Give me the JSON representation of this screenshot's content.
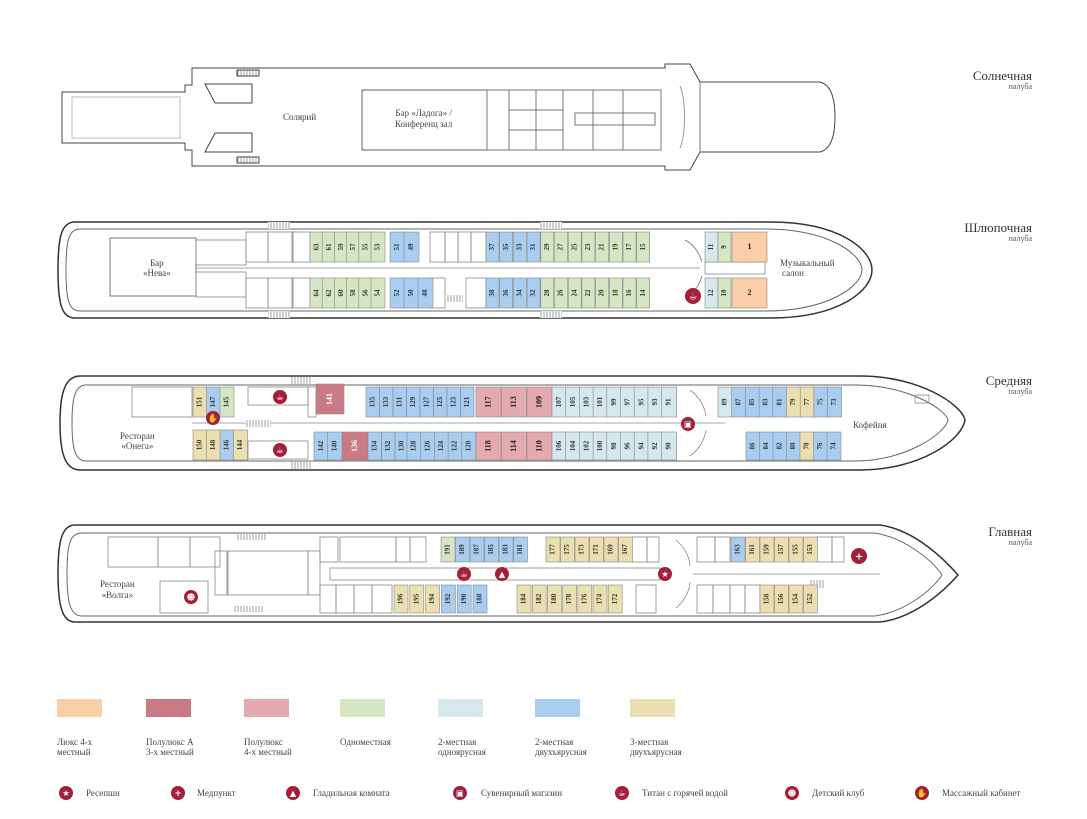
{
  "decks": [
    {
      "name": "Солнечная",
      "sub": "палуба"
    },
    {
      "name": "Шлюпочная",
      "sub": "палуба"
    },
    {
      "name": "Средняя",
      "sub": "палуба"
    },
    {
      "name": "Главная",
      "sub": "палуба"
    }
  ],
  "areas": {
    "solarium": "Солярий",
    "bar_ladoga_1": "Бар «Ладога» /",
    "bar_ladoga_2": "Конференц зал",
    "bar_neva_1": "Бар",
    "bar_neva_2": "«Нева»",
    "music_1": "Музыкальный",
    "music_2": "салон",
    "rest_onega_1": "Ресторан",
    "rest_onega_2": "«Онега»",
    "coffee": "Кофейня",
    "rest_volga_1": "Ресторан",
    "rest_volga_2": "«Волга»"
  },
  "colors": {
    "lux": "#fccea8",
    "semi_a": "#c97a84",
    "semi4": "#e4aab0",
    "single": "#d4e6c2",
    "double1": "#d4e8ee",
    "double2": "#a9cdf0",
    "triple2": "#ebdfb0",
    "accent": "#a31f3a"
  },
  "legend": [
    {
      "key": "lux",
      "label1": "Люкс 4-х",
      "label2": "местный"
    },
    {
      "key": "semi_a",
      "label1": "Полулюкс А",
      "label2": "3-х местный"
    },
    {
      "key": "semi4",
      "label1": "Полулюкс",
      "label2": "4-х местный"
    },
    {
      "key": "single",
      "label1": "Одноместная",
      "label2": ""
    },
    {
      "key": "double1",
      "label1": "2-местная",
      "label2": "одноярусная"
    },
    {
      "key": "double2",
      "label1": "2-местная",
      "label2": "двухъярусная"
    },
    {
      "key": "triple2",
      "label1": "3-местная",
      "label2": "двухъярусная"
    }
  ],
  "icons": [
    {
      "icon": "star-icon",
      "label": "Ресепшн"
    },
    {
      "icon": "plus-icon",
      "label": "Медпункт"
    },
    {
      "icon": "iron-icon",
      "label": "Гладильная комната"
    },
    {
      "icon": "gift-icon",
      "label": "Сувенирный магазин"
    },
    {
      "icon": "kettle-icon",
      "label": "Титан с горячей водой"
    },
    {
      "icon": "bear-icon",
      "label": "Детский клуб"
    },
    {
      "icon": "hand-icon",
      "label": "Массажный кабинет"
    }
  ],
  "cabins": {
    "boat": [
      {
        "n": "63",
        "t": "single"
      },
      {
        "n": "61",
        "t": "single"
      },
      {
        "n": "59",
        "t": "single"
      },
      {
        "n": "57",
        "t": "single"
      },
      {
        "n": "55",
        "t": "single"
      },
      {
        "n": "53",
        "t": "single"
      },
      {
        "n": "51",
        "t": "double2"
      },
      {
        "n": "49",
        "t": "double2"
      },
      {
        "n": "37",
        "t": "double2"
      },
      {
        "n": "35",
        "t": "double2"
      },
      {
        "n": "33",
        "t": "double2"
      },
      {
        "n": "31",
        "t": "double2"
      },
      {
        "n": "29",
        "t": "single"
      },
      {
        "n": "27",
        "t": "single"
      },
      {
        "n": "25",
        "t": "single"
      },
      {
        "n": "23",
        "t": "single"
      },
      {
        "n": "21",
        "t": "single"
      },
      {
        "n": "19",
        "t": "single"
      },
      {
        "n": "17",
        "t": "single"
      },
      {
        "n": "15",
        "t": "single"
      },
      {
        "n": "11",
        "t": "double1"
      },
      {
        "n": "9",
        "t": "single"
      },
      {
        "n": "1",
        "t": "lux"
      },
      {
        "n": "64",
        "t": "single"
      },
      {
        "n": "62",
        "t": "single"
      },
      {
        "n": "60",
        "t": "single"
      },
      {
        "n": "58",
        "t": "single"
      },
      {
        "n": "56",
        "t": "single"
      },
      {
        "n": "54",
        "t": "single"
      },
      {
        "n": "52",
        "t": "double2"
      },
      {
        "n": "50",
        "t": "double2"
      },
      {
        "n": "48",
        "t": "double2"
      },
      {
        "n": "38",
        "t": "double2"
      },
      {
        "n": "36",
        "t": "double2"
      },
      {
        "n": "34",
        "t": "double2"
      },
      {
        "n": "32",
        "t": "double2"
      },
      {
        "n": "28",
        "t": "single"
      },
      {
        "n": "26",
        "t": "single"
      },
      {
        "n": "24",
        "t": "single"
      },
      {
        "n": "22",
        "t": "single"
      },
      {
        "n": "20",
        "t": "single"
      },
      {
        "n": "18",
        "t": "single"
      },
      {
        "n": "16",
        "t": "single"
      },
      {
        "n": "14",
        "t": "single"
      },
      {
        "n": "12",
        "t": "double1"
      },
      {
        "n": "10",
        "t": "single"
      },
      {
        "n": "2",
        "t": "lux"
      }
    ],
    "middle": [
      {
        "n": "151",
        "t": "triple2"
      },
      {
        "n": "147",
        "t": "double2"
      },
      {
        "n": "145",
        "t": "single"
      },
      {
        "n": "141",
        "t": "semi_a"
      },
      {
        "n": "135",
        "t": "double2"
      },
      {
        "n": "133",
        "t": "double2"
      },
      {
        "n": "131",
        "t": "double2"
      },
      {
        "n": "129",
        "t": "double2"
      },
      {
        "n": "127",
        "t": "double2"
      },
      {
        "n": "125",
        "t": "double2"
      },
      {
        "n": "123",
        "t": "double2"
      },
      {
        "n": "121",
        "t": "double2"
      },
      {
        "n": "117",
        "t": "semi4"
      },
      {
        "n": "113",
        "t": "semi4"
      },
      {
        "n": "109",
        "t": "semi4"
      },
      {
        "n": "107",
        "t": "double1"
      },
      {
        "n": "105",
        "t": "double1"
      },
      {
        "n": "103",
        "t": "double1"
      },
      {
        "n": "101",
        "t": "double1"
      },
      {
        "n": "99",
        "t": "double1"
      },
      {
        "n": "97",
        "t": "double1"
      },
      {
        "n": "95",
        "t": "double1"
      },
      {
        "n": "93",
        "t": "double1"
      },
      {
        "n": "91",
        "t": "double1"
      },
      {
        "n": "89",
        "t": "double1"
      },
      {
        "n": "87",
        "t": "double2"
      },
      {
        "n": "85",
        "t": "double2"
      },
      {
        "n": "83",
        "t": "double2"
      },
      {
        "n": "81",
        "t": "double2"
      },
      {
        "n": "79",
        "t": "triple2"
      },
      {
        "n": "77",
        "t": "triple2"
      },
      {
        "n": "75",
        "t": "double2"
      },
      {
        "n": "73",
        "t": "double2"
      },
      {
        "n": "150",
        "t": "triple2"
      },
      {
        "n": "148",
        "t": "triple2"
      },
      {
        "n": "146",
        "t": "double2"
      },
      {
        "n": "144",
        "t": "triple2"
      },
      {
        "n": "142",
        "t": "double2"
      },
      {
        "n": "140",
        "t": "double2"
      },
      {
        "n": "136",
        "t": "semi_a"
      },
      {
        "n": "134",
        "t": "double2"
      },
      {
        "n": "132",
        "t": "double2"
      },
      {
        "n": "130",
        "t": "double2"
      },
      {
        "n": "128",
        "t": "double2"
      },
      {
        "n": "126",
        "t": "double2"
      },
      {
        "n": "124",
        "t": "double2"
      },
      {
        "n": "122",
        "t": "double2"
      },
      {
        "n": "120",
        "t": "double2"
      },
      {
        "n": "118",
        "t": "semi4"
      },
      {
        "n": "114",
        "t": "semi4"
      },
      {
        "n": "110",
        "t": "semi4"
      },
      {
        "n": "106",
        "t": "double1"
      },
      {
        "n": "104",
        "t": "double1"
      },
      {
        "n": "102",
        "t": "double1"
      },
      {
        "n": "100",
        "t": "double1"
      },
      {
        "n": "98",
        "t": "double1"
      },
      {
        "n": "96",
        "t": "double1"
      },
      {
        "n": "94",
        "t": "double1"
      },
      {
        "n": "92",
        "t": "double1"
      },
      {
        "n": "90",
        "t": "double1"
      },
      {
        "n": "86",
        "t": "double2"
      },
      {
        "n": "84",
        "t": "double2"
      },
      {
        "n": "82",
        "t": "double2"
      },
      {
        "n": "80",
        "t": "double2"
      },
      {
        "n": "78",
        "t": "triple2"
      },
      {
        "n": "76",
        "t": "double2"
      },
      {
        "n": "74",
        "t": "double2"
      }
    ],
    "main": [
      {
        "n": "191",
        "t": "single"
      },
      {
        "n": "189",
        "t": "double2"
      },
      {
        "n": "187",
        "t": "double2"
      },
      {
        "n": "185",
        "t": "double2"
      },
      {
        "n": "183",
        "t": "double2"
      },
      {
        "n": "181",
        "t": "double2"
      },
      {
        "n": "177",
        "t": "triple2"
      },
      {
        "n": "175",
        "t": "triple2"
      },
      {
        "n": "173",
        "t": "triple2"
      },
      {
        "n": "171",
        "t": "triple2"
      },
      {
        "n": "169",
        "t": "triple2"
      },
      {
        "n": "167",
        "t": "triple2"
      },
      {
        "n": "163",
        "t": "double2"
      },
      {
        "n": "161",
        "t": "triple2"
      },
      {
        "n": "159",
        "t": "triple2"
      },
      {
        "n": "157",
        "t": "triple2"
      },
      {
        "n": "155",
        "t": "triple2"
      },
      {
        "n": "153",
        "t": "triple2"
      },
      {
        "n": "196",
        "t": "triple2"
      },
      {
        "n": "195",
        "t": "triple2"
      },
      {
        "n": "194",
        "t": "triple2"
      },
      {
        "n": "192",
        "t": "double2"
      },
      {
        "n": "190",
        "t": "double2"
      },
      {
        "n": "188",
        "t": "double2"
      },
      {
        "n": "184",
        "t": "triple2"
      },
      {
        "n": "182",
        "t": "triple2"
      },
      {
        "n": "180",
        "t": "triple2"
      },
      {
        "n": "178",
        "t": "triple2"
      },
      {
        "n": "176",
        "t": "triple2"
      },
      {
        "n": "174",
        "t": "triple2"
      },
      {
        "n": "172",
        "t": "triple2"
      },
      {
        "n": "158",
        "t": "triple2"
      },
      {
        "n": "156",
        "t": "triple2"
      },
      {
        "n": "154",
        "t": "triple2"
      },
      {
        "n": "152",
        "t": "triple2"
      }
    ]
  }
}
